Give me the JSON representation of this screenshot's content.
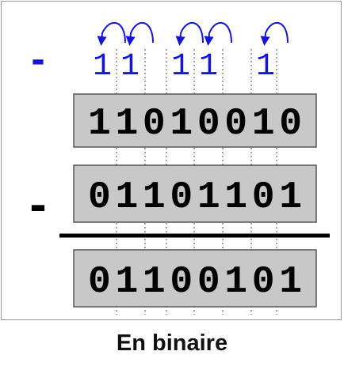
{
  "diagram": {
    "top_operator": "-",
    "middle_operator": "-",
    "borrows": [
      "1",
      "1",
      "1",
      "1",
      "1"
    ],
    "minuend": "11010010",
    "subtrahend": "01101101",
    "result": "01100101",
    "colors": {
      "borrow": "#1515d6",
      "box_fill": "#c8c8c8",
      "box_border": "#555555",
      "digits": "#000000"
    }
  },
  "caption": "En binaire"
}
